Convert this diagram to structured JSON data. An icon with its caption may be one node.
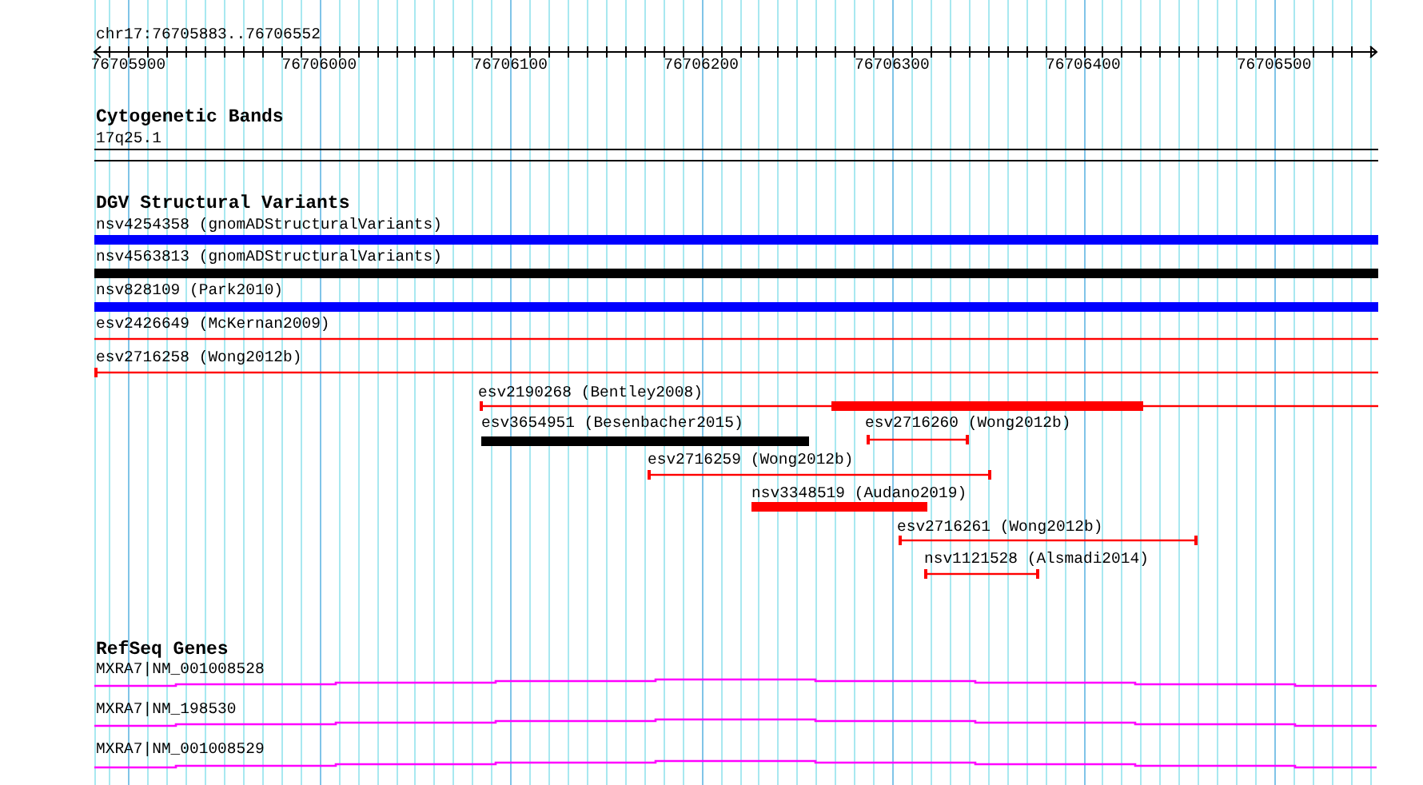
{
  "diagram": {
    "nodes": [
      {
        "text": [
          "17q25.1"
        ]
      },
      {
        "text": [
          "nsv4254358 (gnomADStructuralVariants)"
        ]
      },
      {
        "text": [
          "nsv4563813 (gnomADStructuralVariants)"
        ]
      },
      {
        "text": [
          "nsv828109 (Park2010)"
        ]
      },
      {
        "text": [
          "esv2426649 (McKernan2009)"
        ]
      },
      {
        "text": [
          "esv2716258 (Wong2012b)"
        ]
      },
      {
        "text": [
          "esv2190268 (Bentley2008)"
        ]
      },
      {
        "text": [
          "esv3654951 (Besenbacher2015)"
        ]
      },
      {
        "text": [
          "esv2716260 (Wong2012b)"
        ]
      },
      {
        "text": [
          "esv2716259 (Wong2012b)"
        ]
      },
      {
        "text": [
          "nsv3348519 (Audano2019)"
        ]
      },
      {
        "text": [
          "esv2716261 (Wong2012b)"
        ]
      },
      {
        "text": [
          "nsv1121528 (Alsmadi2014)"
        ]
      },
      {
        "text": [
          "MXRA7|NM_001008528"
        ]
      },
      {
        "text": [
          "MXRA7|NM_198530"
        ]
      },
      {
        "text": [
          "MXRA7|NM_001008529"
        ]
      }
    ],
    "labels": [
      "chr17:76705883..76706552",
      "76705900",
      "76706000",
      "76706100",
      "76706200",
      "76706300",
      "76706400",
      "76706500",
      "Cytogenetic Bands",
      "DGV Structural Variants",
      "RefSeq Genes"
    ]
  }
}
